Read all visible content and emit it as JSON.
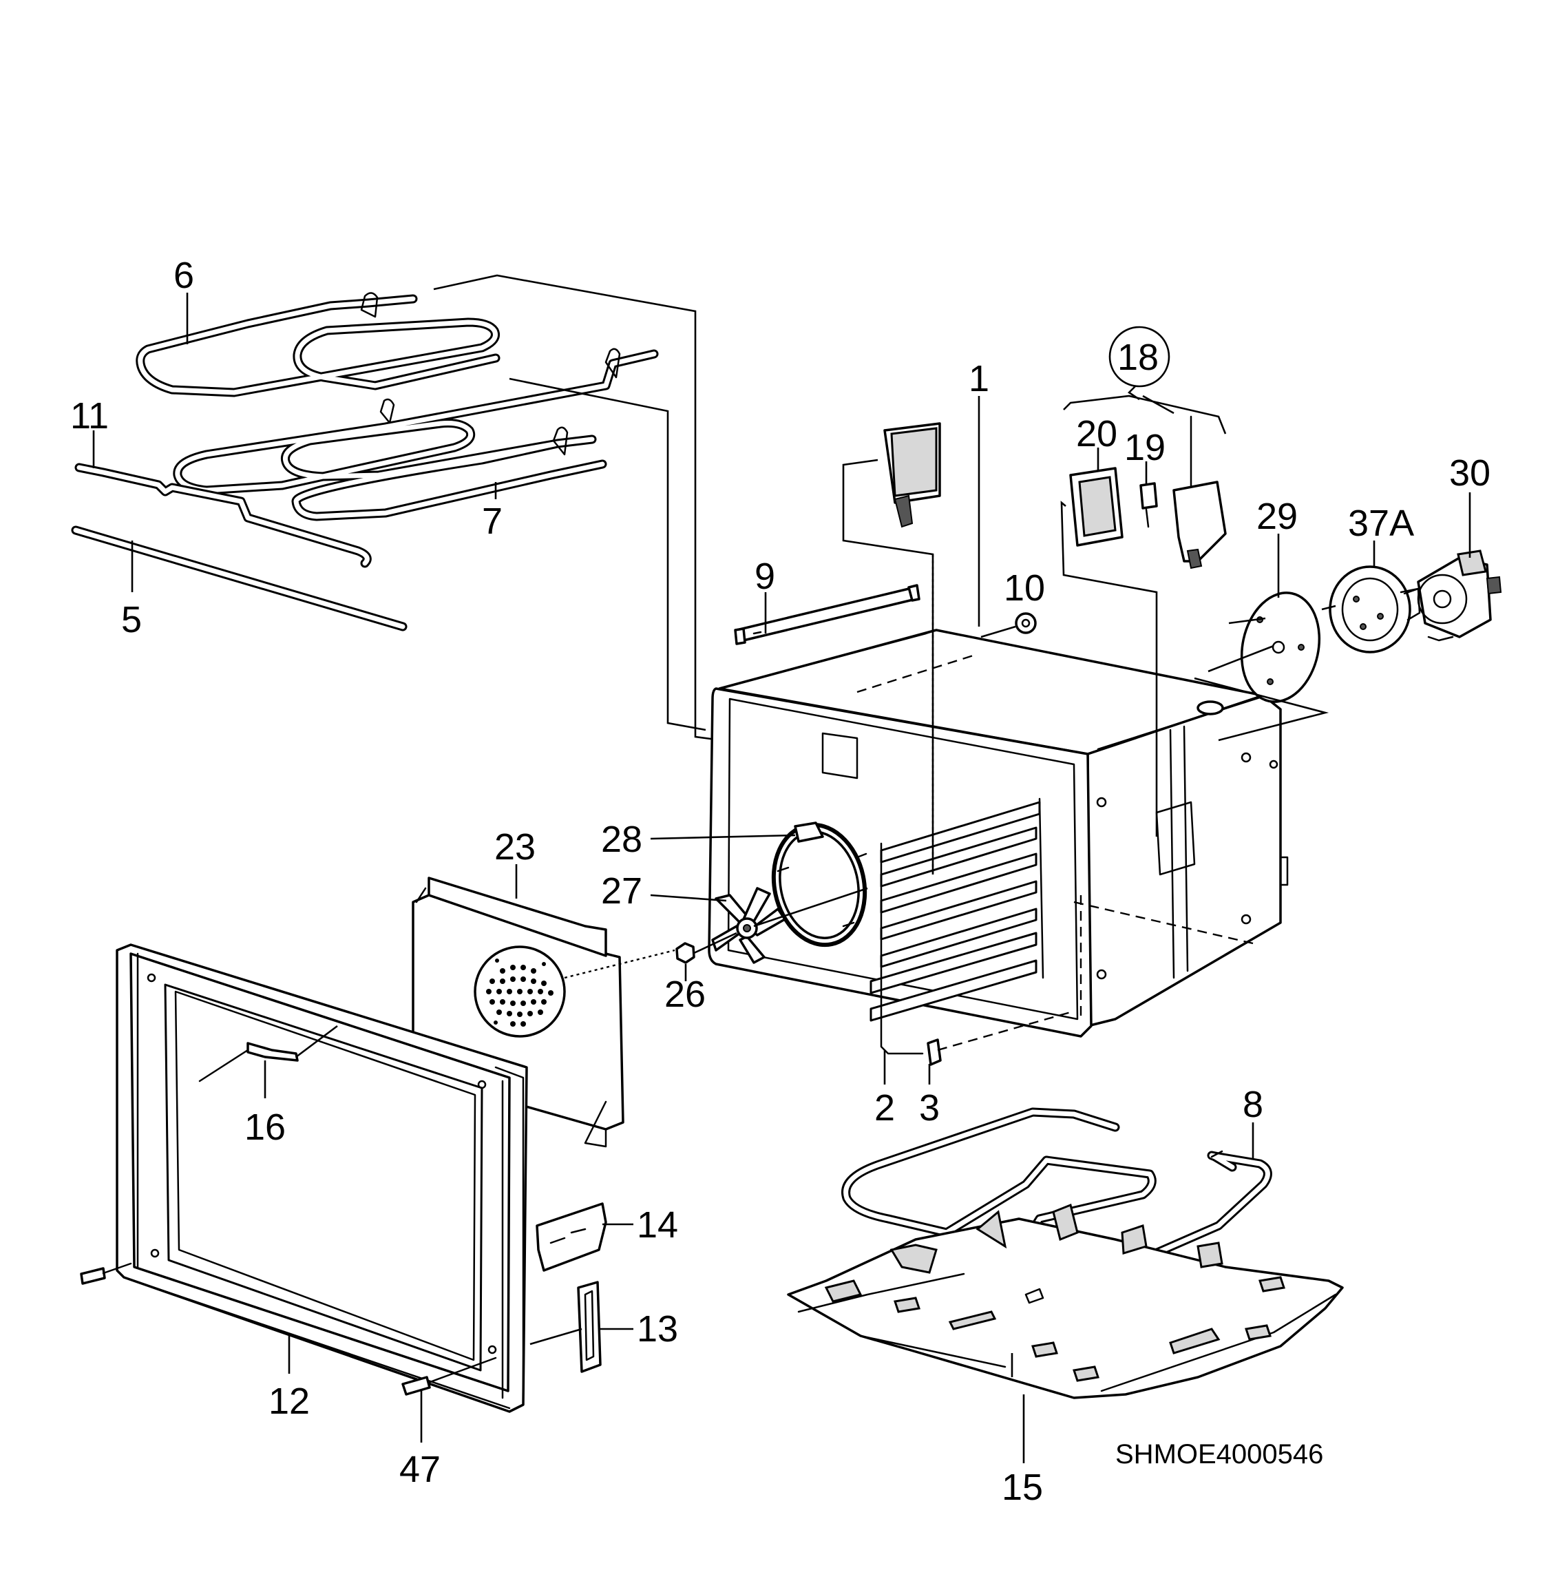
{
  "diagram": {
    "part_numbers": [
      "1",
      "2",
      "3",
      "5",
      "6",
      "7",
      "8",
      "9",
      "10",
      "11",
      "12",
      "13",
      "14",
      "15",
      "16",
      "18",
      "19",
      "20",
      "23",
      "26",
      "27",
      "28",
      "29",
      "30",
      "37A",
      "47"
    ],
    "labels": {
      "p1": "1",
      "p2": "2",
      "p3": "3",
      "p5": "5",
      "p6": "6",
      "p7": "7",
      "p8": "8",
      "p9": "9",
      "p10": "10",
      "p11": "11",
      "p12": "12",
      "p13": "13",
      "p14": "14",
      "p15": "15",
      "p16": "16",
      "p18": "18",
      "p19": "19",
      "p20": "20",
      "p23": "23",
      "p26": "26",
      "p27": "27",
      "p28": "28",
      "p29": "29",
      "p30": "30",
      "p37a": "37A",
      "p47": "47"
    },
    "drawing_code": "SHMOE4000546"
  }
}
